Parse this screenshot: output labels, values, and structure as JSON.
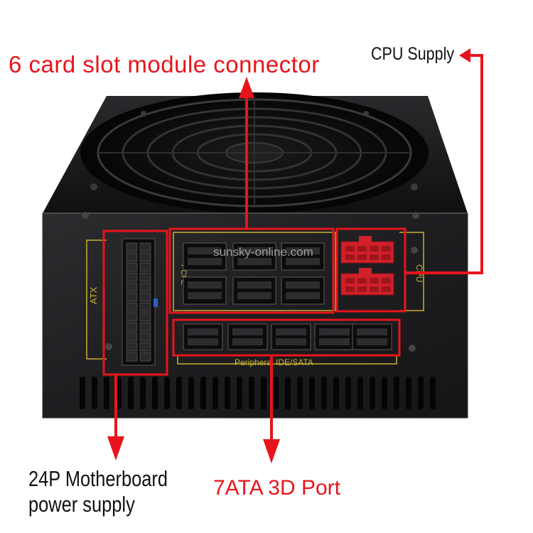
{
  "labels": {
    "title": "6 card slot module connector",
    "cpu": "CPU Supply",
    "motherboard_line1": "24P Motherboard",
    "motherboard_line2": "power supply",
    "ata": "7ATA 3D Port"
  },
  "panel": {
    "atx": "ATX",
    "pcie": "PCI-E",
    "cpu": "CPU",
    "peripheral": "Peripheral IDE/SATA",
    "watermark": "sunsky-online.com"
  },
  "colors": {
    "callout_red": "#e8141b",
    "psu_body": "#1c1c1e",
    "panel_print": "#c9b030",
    "cpu_connector": "#d0202a"
  }
}
